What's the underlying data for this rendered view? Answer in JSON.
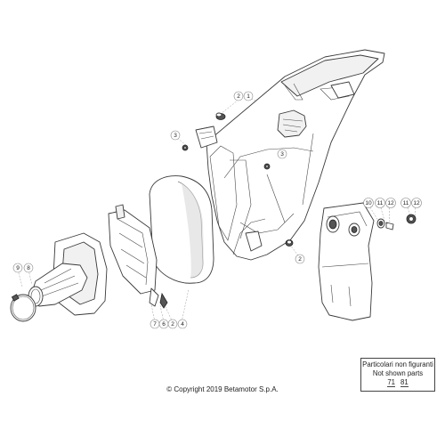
{
  "diagram": {
    "callouts": [
      {
        "id": "callout-1",
        "label": "1"
      },
      {
        "id": "callout-2-top",
        "label": "2"
      },
      {
        "id": "callout-3-left",
        "label": "3"
      },
      {
        "id": "callout-3-right",
        "label": "3"
      },
      {
        "id": "callout-2-right",
        "label": "2"
      },
      {
        "id": "callout-10",
        "label": "10"
      },
      {
        "id": "callout-11-a",
        "label": "11"
      },
      {
        "id": "callout-12-a",
        "label": "12"
      },
      {
        "id": "callout-11-b",
        "label": "11"
      },
      {
        "id": "callout-12-b",
        "label": "12"
      },
      {
        "id": "callout-9",
        "label": "9"
      },
      {
        "id": "callout-8",
        "label": "8"
      },
      {
        "id": "callout-7",
        "label": "7"
      },
      {
        "id": "callout-6",
        "label": "6"
      },
      {
        "id": "callout-2-bottom",
        "label": "2"
      },
      {
        "id": "callout-4",
        "label": "4"
      }
    ]
  },
  "parts_box": {
    "line1": "Particolari non figuranti",
    "line2": "Not shown parts",
    "numbers": [
      "71",
      "81"
    ]
  },
  "copyright": "© Copyright 2019 Betamotor S.p.A."
}
